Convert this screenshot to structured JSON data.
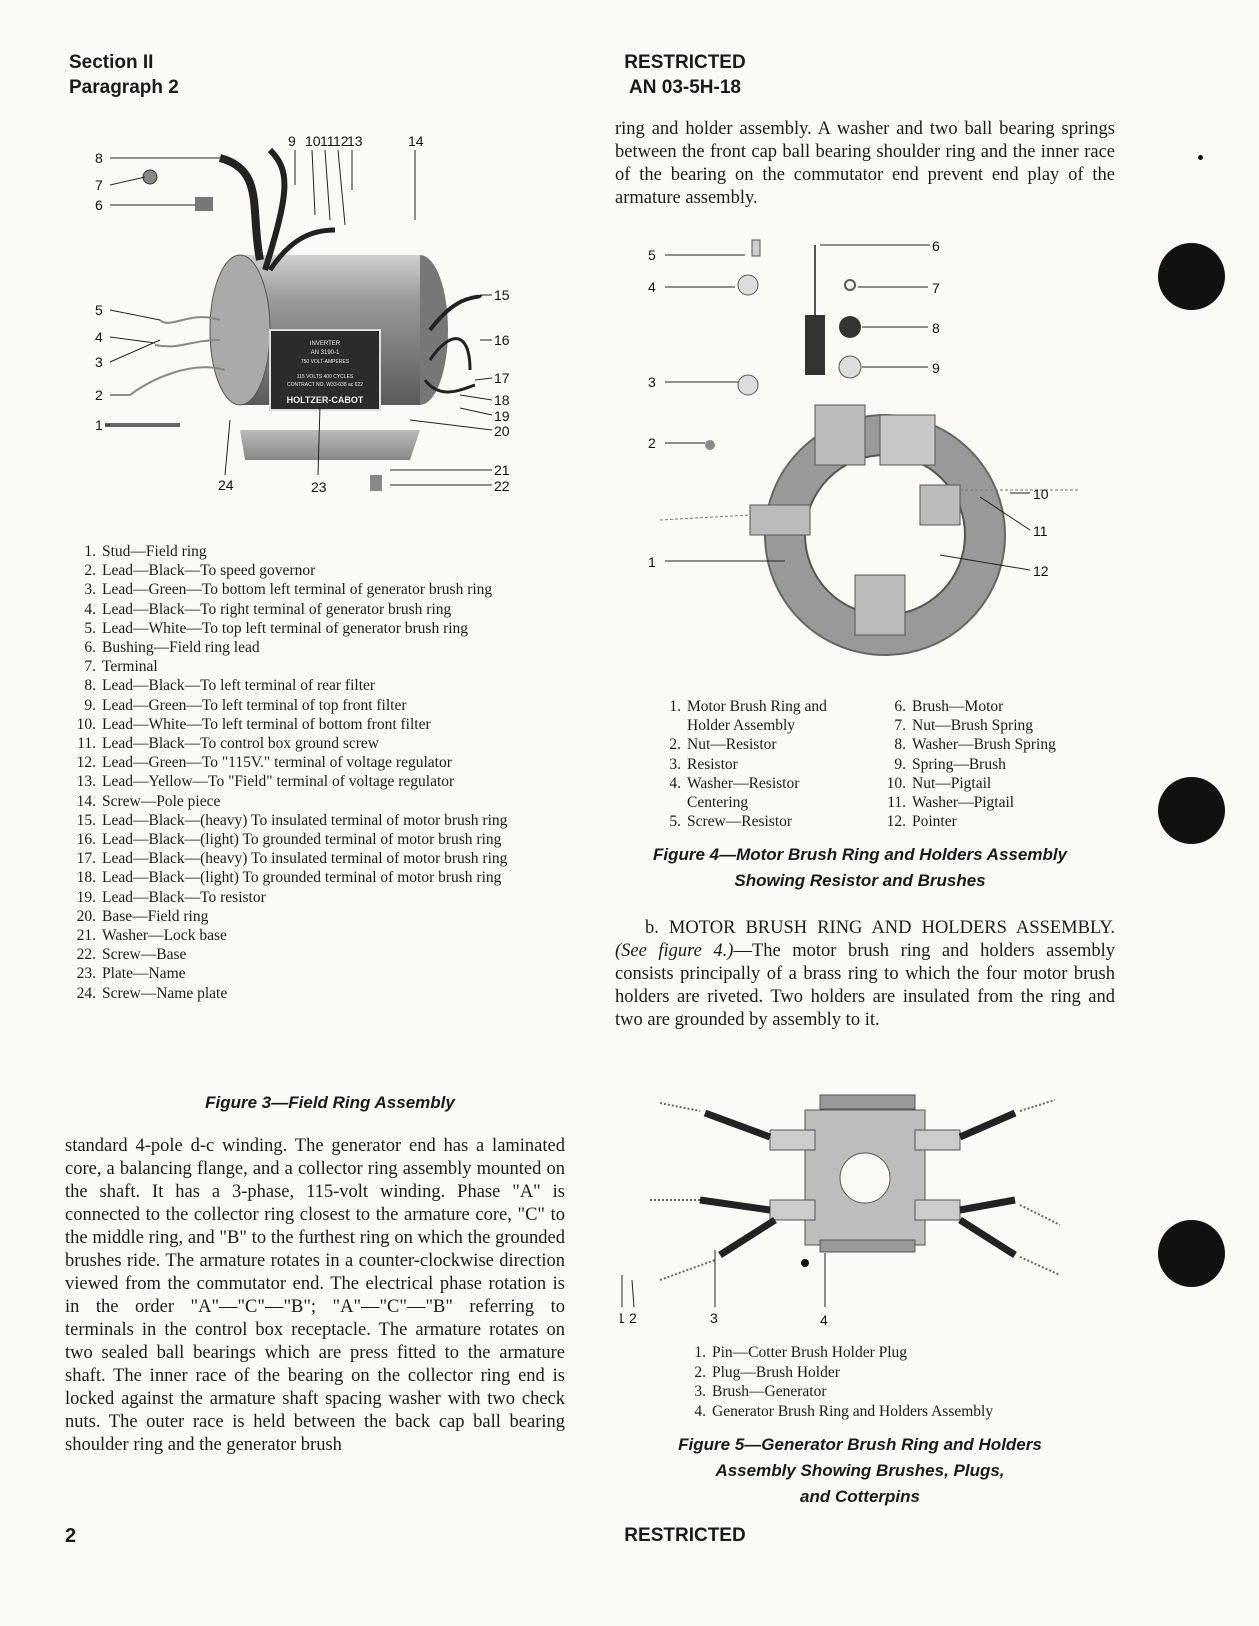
{
  "header": {
    "section": "Section II",
    "paragraph": "Paragraph 2",
    "classification": "RESTRICTED",
    "doc_number": "AN 03-5H-18"
  },
  "figure3": {
    "callouts": [
      "1",
      "2",
      "3",
      "4",
      "5",
      "6",
      "7",
      "8",
      "9",
      "10",
      "11",
      "12",
      "13",
      "14",
      "15",
      "16",
      "17",
      "18",
      "19",
      "20",
      "21",
      "22",
      "23",
      "24"
    ],
    "plate": {
      "line1": "INVERTER",
      "line2": "AN 3190-1",
      "line3": "750 VOLT-AMPERES",
      "line4": "115 VOLTS  400 CYCLES",
      "line5": "CONTRACT NO. W33-038 ac 622",
      "brand": "HOLTZER-CABOT"
    },
    "legend": [
      {
        "num": "1.",
        "text": "Stud—Field ring"
      },
      {
        "num": "2.",
        "text": "Lead—Black—To speed governor"
      },
      {
        "num": "3.",
        "text": "Lead—Green—To bottom left terminal of generator brush ring"
      },
      {
        "num": "4.",
        "text": "Lead—Black—To right terminal of generator brush ring"
      },
      {
        "num": "5.",
        "text": "Lead—White—To top left terminal of generator brush ring"
      },
      {
        "num": "6.",
        "text": "Bushing—Field ring lead"
      },
      {
        "num": "7.",
        "text": "Terminal"
      },
      {
        "num": "8.",
        "text": "Lead—Black—To left terminal of rear filter"
      },
      {
        "num": "9.",
        "text": "Lead—Green—To left terminal of top front filter"
      },
      {
        "num": "10.",
        "text": "Lead—White—To left terminal of bottom front filter"
      },
      {
        "num": "11.",
        "text": "Lead—Black—To control box ground screw"
      },
      {
        "num": "12.",
        "text": "Lead—Green—To \"115V.\" terminal of voltage regulator"
      },
      {
        "num": "13.",
        "text": "Lead—Yellow—To \"Field\" terminal of voltage regulator"
      },
      {
        "num": "14.",
        "text": "Screw—Pole piece"
      },
      {
        "num": "15.",
        "text": "Lead—Black—(heavy) To insulated terminal of motor brush ring"
      },
      {
        "num": "16.",
        "text": "Lead—Black—(light) To grounded terminal of motor brush ring"
      },
      {
        "num": "17.",
        "text": "Lead—Black—(heavy) To insulated terminal of motor brush ring"
      },
      {
        "num": "18.",
        "text": "Lead—Black—(light) To grounded terminal of motor brush ring"
      },
      {
        "num": "19.",
        "text": "Lead—Black—To resistor"
      },
      {
        "num": "20.",
        "text": "Base—Field ring"
      },
      {
        "num": "21.",
        "text": "Washer—Lock base"
      },
      {
        "num": "22.",
        "text": "Screw—Base"
      },
      {
        "num": "23.",
        "text": "Plate—Name"
      },
      {
        "num": "24.",
        "text": "Screw—Name plate"
      }
    ],
    "caption": "Figure 3—Field Ring Assembly"
  },
  "left_body": "standard 4-pole d-c winding. The generator end has a laminated core, a balancing flange, and a collector ring assembly mounted on the shaft. It has a 3-phase, 115-volt winding. Phase \"A\" is connected to the collector ring closest to the armature core, \"C\" to the middle ring, and \"B\" to the furthest ring on which the grounded brushes ride. The armature rotates in a counter-clockwise direction viewed from the commutator end. The electrical phase rotation is in the order \"A\"—\"C\"—\"B\"; \"A\"—\"C\"—\"B\" referring to terminals in the control box receptacle. The armature rotates on two sealed ball bearings which are press fitted to the armature shaft. The inner race of the bearing on the collector ring end is locked against the armature shaft spacing washer with two check nuts. The outer race is held between the back cap ball bearing shoulder ring and the generator brush",
  "right_top_body": "ring and holder assembly. A washer and two ball bearing springs between the front cap ball bearing shoulder ring and the inner race of the bearing on the commutator end prevent end play of the armature assembly.",
  "figure4": {
    "callouts": [
      "1",
      "2",
      "3",
      "4",
      "5",
      "6",
      "7",
      "8",
      "9",
      "10",
      "11",
      "12"
    ],
    "legend_left": [
      {
        "num": "1.",
        "text": "Motor Brush Ring and"
      },
      {
        "num": "",
        "text": "Holder Assembly"
      },
      {
        "num": "2.",
        "text": "Nut—Resistor"
      },
      {
        "num": "3.",
        "text": "Resistor"
      },
      {
        "num": "4.",
        "text": "Washer—Resistor"
      },
      {
        "num": "",
        "text": "Centering"
      },
      {
        "num": "5.",
        "text": "Screw—Resistor"
      }
    ],
    "legend_right": [
      {
        "num": "6.",
        "text": "Brush—Motor"
      },
      {
        "num": "7.",
        "text": "Nut—Brush Spring"
      },
      {
        "num": "8.",
        "text": "Washer—Brush Spring"
      },
      {
        "num": "9.",
        "text": "Spring—Brush"
      },
      {
        "num": "10.",
        "text": "Nut—Pigtail"
      },
      {
        "num": "11.",
        "text": "Washer—Pigtail"
      },
      {
        "num": "12.",
        "text": "Pointer"
      }
    ],
    "caption_line1": "Figure 4—Motor Brush Ring and Holders Assembly",
    "caption_line2": "Showing Resistor and Brushes"
  },
  "section_b": {
    "heading": "b. MOTOR BRUSH RING AND HOLDERS ASSEMBLY.",
    "ref": "(See figure 4.)",
    "text": "—The motor brush ring and holders assembly consists principally of a brass ring to which the four motor brush holders are riveted. Two holders are insulated from the ring and two are grounded by assembly to it."
  },
  "figure5": {
    "callouts": [
      "1",
      "2",
      "3",
      "4"
    ],
    "legend": [
      {
        "num": "1.",
        "text": "Pin—Cotter Brush Holder Plug"
      },
      {
        "num": "2.",
        "text": "Plug—Brush Holder"
      },
      {
        "num": "3.",
        "text": "Brush—Generator"
      },
      {
        "num": "4.",
        "text": "Generator Brush Ring and Holders Assembly"
      }
    ],
    "caption_line1": "Figure 5—Generator Brush Ring and Holders",
    "caption_line2": "Assembly Showing Brushes, Plugs,",
    "caption_line3": "and Cotterpins"
  },
  "footer": {
    "page_number": "2",
    "classification": "RESTRICTED"
  }
}
